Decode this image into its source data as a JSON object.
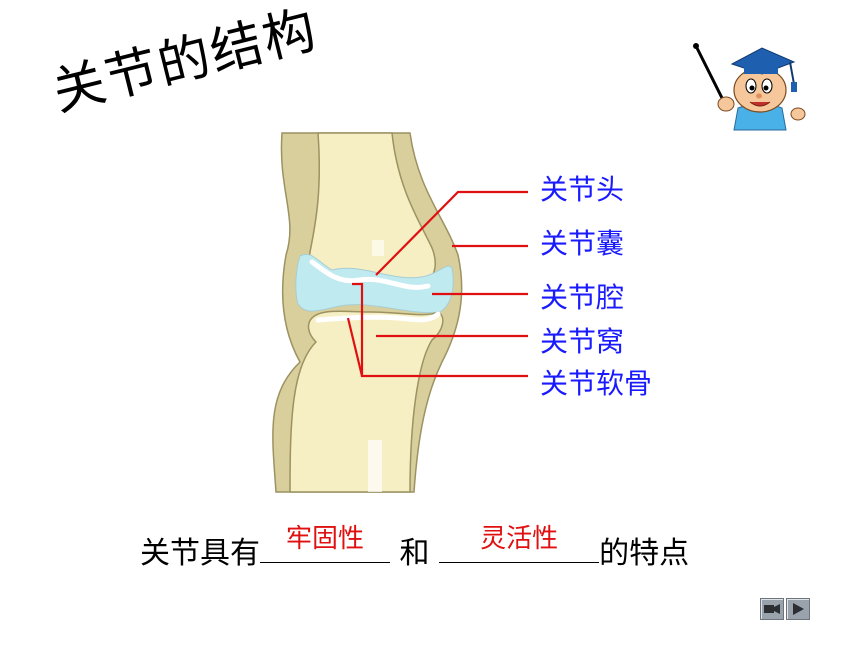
{
  "title": "关节的结构",
  "labels": [
    "关节头",
    "关节囊",
    "关节腔",
    "关节窝",
    "关节软骨"
  ],
  "sentence": {
    "prefix": "关节具有",
    "answer1": "牢固性",
    "middle": " 和 ",
    "answer2": "灵活性",
    "suffix": "的特点"
  },
  "colors": {
    "label_blue": "#1a1aff",
    "leader_red": "#e01010",
    "answer_red": "#e01010",
    "capsule": "#d8cf9c",
    "bone": "#f7efc4",
    "cavity": "#bfeaf0"
  },
  "icons": {
    "teacher": "graduation-cap-teacher-icon",
    "nav_prev": "video-camera-icon",
    "nav_next": "play-arrow-icon"
  }
}
